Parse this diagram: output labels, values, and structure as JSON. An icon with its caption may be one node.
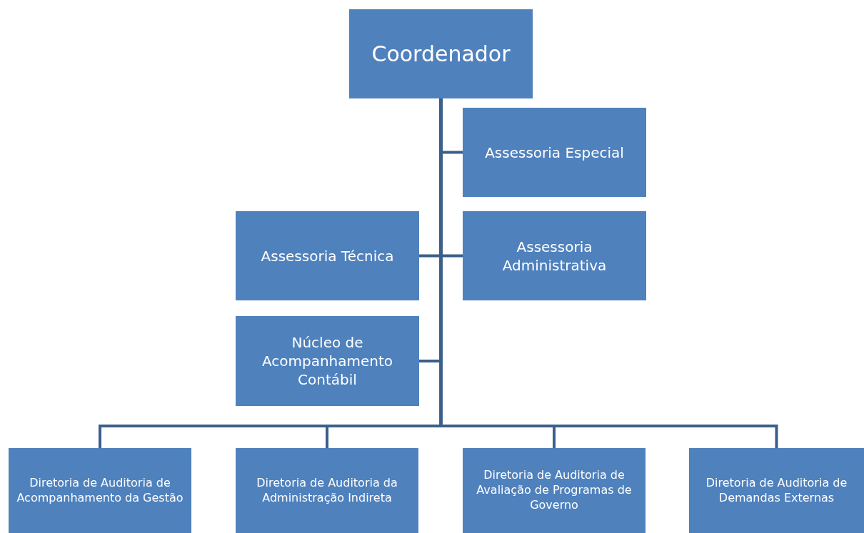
{
  "diagram": {
    "nodes": [
      {
        "text": [
          "Coordenador"
        ]
      },
      {
        "text": [
          "Assessoria Especial"
        ]
      },
      {
        "text": [
          "Assessoria Técnica"
        ]
      },
      {
        "text": [
          "Assessoria Administrativa"
        ]
      },
      {
        "text": [
          "Núcleo de Acompanhamento Contábil"
        ]
      },
      {
        "text": [
          "Diretoria de Auditoria de Acompanhamento da Gestão"
        ]
      },
      {
        "text": [
          "Diretoria de Auditoria da Administração Indireta"
        ]
      },
      {
        "text": [
          "Diretoria de Auditoria de Avaliação de Programas de Governo"
        ]
      },
      {
        "text": [
          "Diretoria de Auditoria de Demandas Externas"
        ]
      }
    ],
    "edges": [
      {
        "from": 0,
        "to": 1,
        "arrow": "none"
      },
      {
        "from": 0,
        "to": 2,
        "arrow": "none"
      },
      {
        "from": 0,
        "to": 3,
        "arrow": "none"
      },
      {
        "from": 0,
        "to": 4,
        "arrow": "none"
      },
      {
        "from": 0,
        "to": 5,
        "arrow": "none"
      },
      {
        "from": 0,
        "to": 6,
        "arrow": "none"
      },
      {
        "from": 0,
        "to": 7,
        "arrow": "none"
      },
      {
        "from": 0,
        "to": 8,
        "arrow": "none"
      }
    ]
  }
}
